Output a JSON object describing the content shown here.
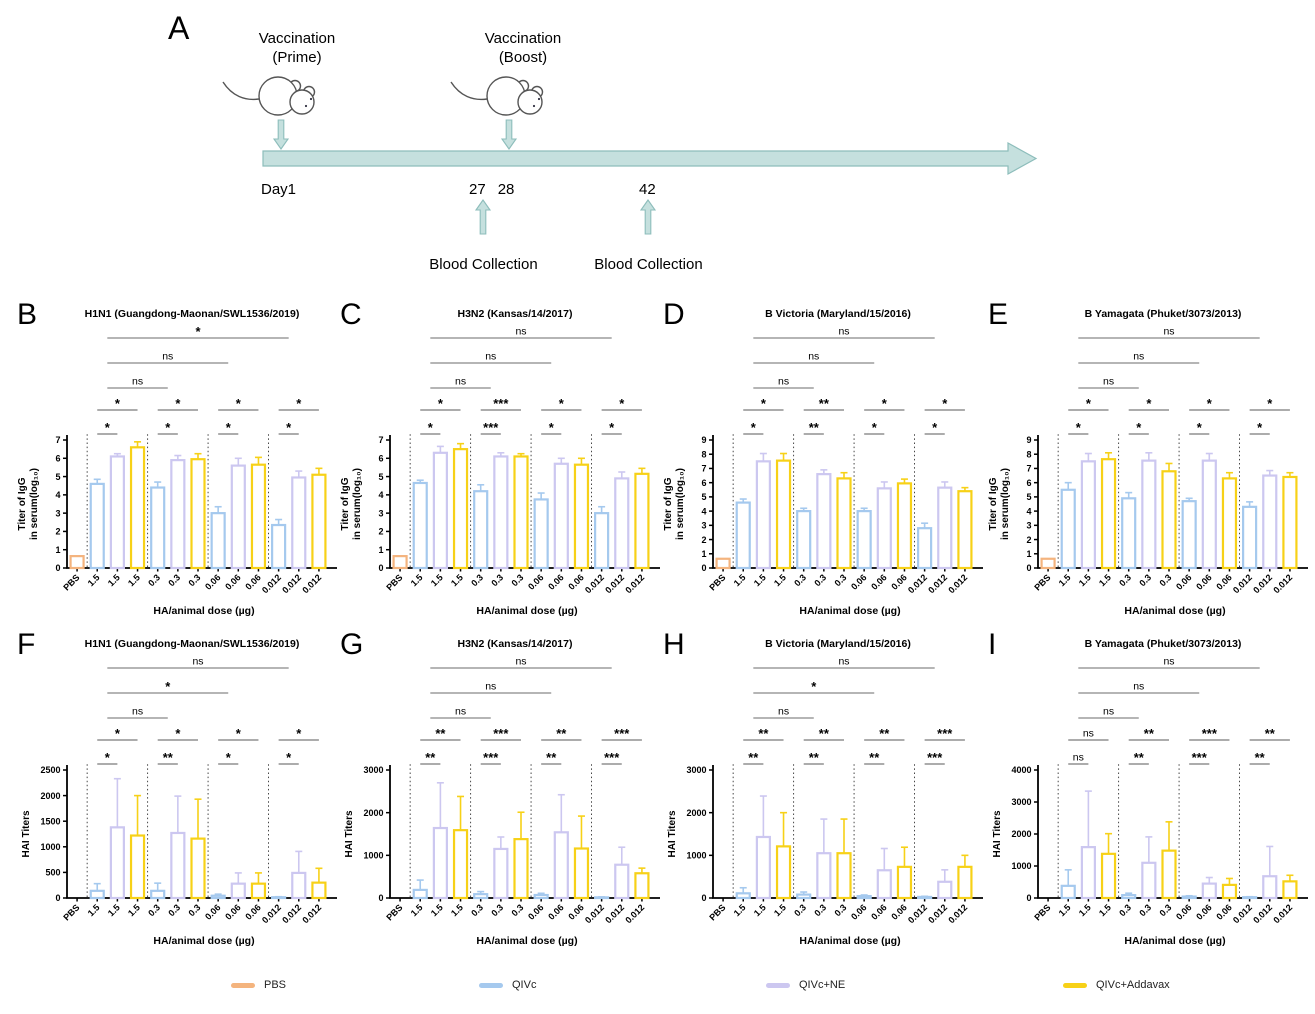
{
  "colors": {
    "pbs": "#F4B47E",
    "qivc": "#A5C9EE",
    "qivc_ne": "#CCC7F0",
    "qivc_addavax": "#F7D117",
    "timeline_fill": "#C5E0DE",
    "timeline_border": "#8DBDBB",
    "axis": "#000000",
    "sig_line": "#5a5a5a"
  },
  "slot_series": [
    "pbs",
    "qivc",
    "qivc_ne",
    "qivc_addavax",
    "qivc",
    "qivc_ne",
    "qivc_addavax",
    "qivc",
    "qivc_ne",
    "qivc_addavax",
    "qivc",
    "qivc_ne",
    "qivc_addavax"
  ],
  "panel_a": {
    "letter": "A",
    "prime_line1": "Vaccination",
    "prime_line2": "(Prime)",
    "boost_line1": "Vaccination",
    "boost_line2": "(Boost)",
    "day1": "Day1",
    "day27": "27",
    "day28": "28",
    "day42": "42",
    "blood1": "Blood Collection",
    "blood2": "Blood Collection"
  },
  "legend": [
    {
      "key": "pbs",
      "label": "PBS"
    },
    {
      "key": "qivc",
      "label": "QIVc"
    },
    {
      "key": "qivc_ne",
      "label": "QIVc+NE"
    },
    {
      "key": "qivc_addavax",
      "label": "QIVc+Addavax"
    }
  ],
  "chart_data": [
    {
      "letter": "B",
      "type": "bar",
      "title": "H1N1 (Guangdong-Maonan/SWL1536/2019)",
      "xlabel": "HA/animal dose (µg)",
      "ylabel_lines": [
        "Titer of IgG",
        "in serum(log₁₀)"
      ],
      "ylim": [
        0,
        7
      ],
      "yticks": [
        0,
        1,
        2,
        3,
        4,
        5,
        6,
        7
      ],
      "categories": [
        "PBS",
        "1.5",
        "1.5",
        "1.5",
        "0.3",
        "0.3",
        "0.3",
        "0.06",
        "0.06",
        "0.06",
        "0.012",
        "0.012",
        "0.012"
      ],
      "values": [
        0.65,
        4.6,
        6.1,
        6.6,
        4.4,
        5.9,
        5.95,
        3.0,
        5.6,
        5.65,
        2.35,
        4.95,
        5.1
      ],
      "errors": [
        0,
        0.25,
        0.15,
        0.3,
        0.3,
        0.25,
        0.3,
        0.35,
        0.4,
        0.4,
        0.3,
        0.35,
        0.35
      ],
      "sig_within": [
        {
          "lower": "*",
          "upper": "*"
        },
        {
          "lower": "*",
          "upper": "*"
        },
        {
          "lower": "*",
          "upper": "*"
        },
        {
          "lower": "*",
          "upper": "*"
        }
      ],
      "sig_across": [
        "ns",
        "ns",
        "*"
      ]
    },
    {
      "letter": "C",
      "type": "bar",
      "title": "H3N2 (Kansas/14/2017)",
      "xlabel": "HA/animal dose (µg)",
      "ylabel_lines": [
        "Titer of IgG",
        "in serum(log₁₀)"
      ],
      "ylim": [
        0,
        7
      ],
      "yticks": [
        0,
        1,
        2,
        3,
        4,
        5,
        6,
        7
      ],
      "categories": [
        "PBS",
        "1.5",
        "1.5",
        "1.5",
        "0.3",
        "0.3",
        "0.3",
        "0.06",
        "0.06",
        "0.06",
        "0.012",
        "0.012",
        "0.012"
      ],
      "values": [
        0.65,
        4.65,
        6.3,
        6.5,
        4.2,
        6.1,
        6.1,
        3.75,
        5.7,
        5.65,
        3.0,
        4.9,
        5.15
      ],
      "errors": [
        0,
        0.15,
        0.35,
        0.3,
        0.35,
        0.2,
        0.15,
        0.35,
        0.3,
        0.35,
        0.35,
        0.35,
        0.3
      ],
      "sig_within": [
        {
          "lower": "*",
          "upper": "*"
        },
        {
          "lower": "***",
          "upper": "***"
        },
        {
          "lower": "*",
          "upper": "*"
        },
        {
          "lower": "*",
          "upper": "*"
        }
      ],
      "sig_across": [
        "ns",
        "ns",
        "ns"
      ]
    },
    {
      "letter": "D",
      "type": "bar",
      "title": "B Victoria (Maryland/15/2016)",
      "xlabel": "HA/animal dose (µg)",
      "ylabel_lines": [
        "Titer of IgG",
        "in serum(log₁₀)"
      ],
      "ylim": [
        0,
        9
      ],
      "yticks": [
        0,
        1,
        2,
        3,
        4,
        5,
        6,
        7,
        8,
        9
      ],
      "categories": [
        "PBS",
        "1.5",
        "1.5",
        "1.5",
        "0.3",
        "0.3",
        "0.3",
        "0.06",
        "0.06",
        "0.06",
        "0.012",
        "0.012",
        "0.012"
      ],
      "values": [
        0.65,
        4.6,
        7.5,
        7.55,
        4.0,
        6.6,
        6.3,
        4.0,
        5.6,
        5.95,
        2.8,
        5.65,
        5.4
      ],
      "errors": [
        0,
        0.25,
        0.55,
        0.5,
        0.2,
        0.3,
        0.4,
        0.2,
        0.45,
        0.3,
        0.35,
        0.4,
        0.25
      ],
      "sig_within": [
        {
          "lower": "*",
          "upper": "*"
        },
        {
          "lower": "**",
          "upper": "**"
        },
        {
          "lower": "*",
          "upper": "*"
        },
        {
          "lower": "*",
          "upper": "*"
        }
      ],
      "sig_across": [
        "ns",
        "ns",
        "ns"
      ]
    },
    {
      "letter": "E",
      "type": "bar",
      "title": "B Yamagata (Phuket/3073/2013)",
      "xlabel": "HA/animal dose (µg)",
      "ylabel_lines": [
        "Titer of IgG",
        "in serum(log₁₀)"
      ],
      "ylim": [
        0,
        9
      ],
      "yticks": [
        0,
        1,
        2,
        3,
        4,
        5,
        6,
        7,
        8,
        9
      ],
      "categories": [
        "PBS",
        "1.5",
        "1.5",
        "1.5",
        "0.3",
        "0.3",
        "0.3",
        "0.06",
        "0.06",
        "0.06",
        "0.012",
        "0.012",
        "0.012"
      ],
      "values": [
        0.65,
        5.5,
        7.5,
        7.65,
        4.9,
        7.55,
        6.8,
        4.7,
        7.55,
        6.3,
        4.3,
        6.5,
        6.4
      ],
      "errors": [
        0,
        0.5,
        0.55,
        0.45,
        0.4,
        0.55,
        0.55,
        0.2,
        0.5,
        0.4,
        0.35,
        0.35,
        0.3
      ],
      "sig_within": [
        {
          "lower": "*",
          "upper": "*"
        },
        {
          "lower": "*",
          "upper": "*"
        },
        {
          "lower": "*",
          "upper": "*"
        },
        {
          "lower": "*",
          "upper": "*"
        }
      ],
      "sig_across": [
        "ns",
        "ns",
        "ns"
      ]
    },
    {
      "letter": "F",
      "type": "bar",
      "title": "H1N1 (Guangdong-Maonan/SWL1536/2019)",
      "xlabel": "HA/animal dose (µg)",
      "ylabel_lines": [
        "HAI Titers"
      ],
      "ylim": [
        0,
        2500
      ],
      "yticks": [
        0,
        500,
        1000,
        1500,
        2000,
        2500
      ],
      "categories": [
        "PBS",
        "1.5",
        "1.5",
        "1.5",
        "0.3",
        "0.3",
        "0.3",
        "0.06",
        "0.06",
        "0.06",
        "0.012",
        "0.012",
        "0.012"
      ],
      "values": [
        0,
        140,
        1380,
        1220,
        140,
        1270,
        1160,
        45,
        280,
        280,
        15,
        490,
        300
      ],
      "errors": [
        0,
        140,
        950,
        780,
        150,
        720,
        770,
        30,
        210,
        210,
        10,
        420,
        280
      ],
      "sig_within": [
        {
          "lower": "*",
          "upper": "*"
        },
        {
          "lower": "**",
          "upper": "*"
        },
        {
          "lower": "*",
          "upper": "*"
        },
        {
          "lower": "*",
          "upper": "*"
        }
      ],
      "sig_across": [
        "ns",
        "*",
        "ns"
      ]
    },
    {
      "letter": "G",
      "type": "bar",
      "title": "H3N2 (Kansas/14/2017)",
      "xlabel": "HA/animal dose (µg)",
      "ylabel_lines": [
        "HAI Titers"
      ],
      "ylim": [
        0,
        3000
      ],
      "yticks": [
        0,
        1000,
        2000,
        3000
      ],
      "categories": [
        "PBS",
        "1.5",
        "1.5",
        "1.5",
        "0.3",
        "0.3",
        "0.3",
        "0.06",
        "0.06",
        "0.06",
        "0.012",
        "0.012",
        "0.012"
      ],
      "values": [
        0,
        190,
        1640,
        1590,
        90,
        1150,
        1380,
        70,
        1540,
        1160,
        15,
        780,
        580
      ],
      "errors": [
        0,
        230,
        1060,
        790,
        60,
        280,
        630,
        40,
        880,
        760,
        10,
        410,
        120
      ],
      "sig_within": [
        {
          "lower": "**",
          "upper": "**"
        },
        {
          "lower": "***",
          "upper": "***"
        },
        {
          "lower": "**",
          "upper": "**"
        },
        {
          "lower": "***",
          "upper": "***"
        }
      ],
      "sig_across": [
        "ns",
        "ns",
        "ns"
      ]
    },
    {
      "letter": "H",
      "type": "bar",
      "title": "B Victoria (Maryland/15/2016)",
      "xlabel": "HA/animal dose (µg)",
      "ylabel_lines": [
        "HAI Titers"
      ],
      "ylim": [
        0,
        3000
      ],
      "yticks": [
        0,
        1000,
        2000,
        3000
      ],
      "categories": [
        "PBS",
        "1.5",
        "1.5",
        "1.5",
        "0.3",
        "0.3",
        "0.3",
        "0.06",
        "0.06",
        "0.06",
        "0.012",
        "0.012",
        "0.012"
      ],
      "values": [
        0,
        110,
        1430,
        1210,
        80,
        1050,
        1050,
        45,
        650,
        730,
        25,
        380,
        730
      ],
      "errors": [
        0,
        130,
        960,
        790,
        60,
        800,
        800,
        25,
        510,
        460,
        15,
        280,
        270
      ],
      "sig_within": [
        {
          "lower": "**",
          "upper": "**"
        },
        {
          "lower": "**",
          "upper": "**"
        },
        {
          "lower": "**",
          "upper": "**"
        },
        {
          "lower": "***",
          "upper": "***"
        }
      ],
      "sig_across": [
        "ns",
        "*",
        "ns"
      ]
    },
    {
      "letter": "I",
      "type": "bar",
      "title": "B Yamagata (Phuket/3073/2013)",
      "xlabel": "HA/animal dose (µg)",
      "ylabel_lines": [
        "HAI Titers"
      ],
      "ylim": [
        0,
        4000
      ],
      "yticks": [
        0,
        1000,
        2000,
        3000,
        4000
      ],
      "categories": [
        "PBS",
        "1.5",
        "1.5",
        "1.5",
        "0.3",
        "0.3",
        "0.3",
        "0.06",
        "0.06",
        "0.06",
        "0.012",
        "0.012",
        "0.012"
      ],
      "values": [
        0,
        380,
        1590,
        1380,
        90,
        1100,
        1480,
        45,
        450,
        410,
        25,
        680,
        520
      ],
      "errors": [
        0,
        500,
        1750,
        630,
        60,
        810,
        900,
        25,
        190,
        200,
        15,
        930,
        190
      ],
      "sig_within": [
        {
          "lower": "ns",
          "upper": "ns"
        },
        {
          "lower": "**",
          "upper": "**"
        },
        {
          "lower": "***",
          "upper": "***"
        },
        {
          "lower": "**",
          "upper": "**"
        }
      ],
      "sig_across": [
        "ns",
        "ns",
        "ns"
      ]
    }
  ]
}
